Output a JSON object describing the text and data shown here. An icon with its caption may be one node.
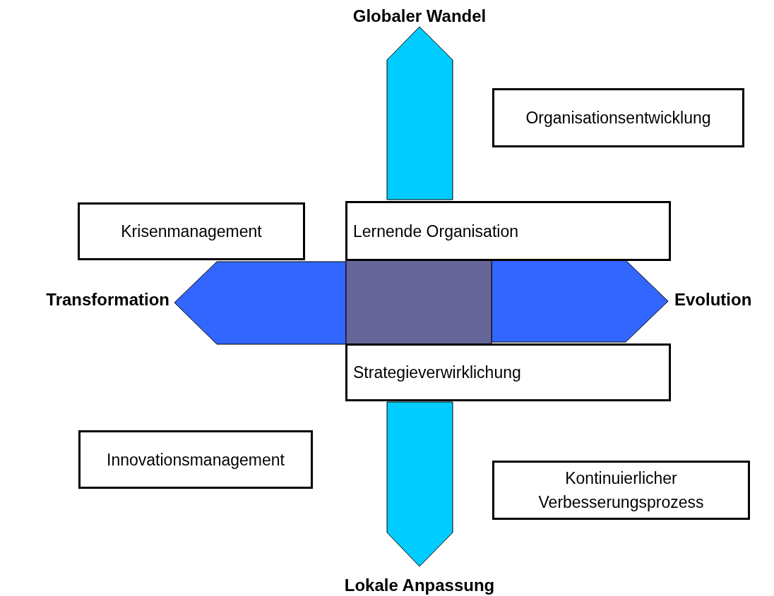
{
  "diagram": {
    "nodes": [
      {
        "text": [
          "Organisationsentwicklung"
        ]
      },
      {
        "text": [
          "Krisenmanagement"
        ]
      },
      {
        "text": [
          "Lernende Organisation"
        ]
      },
      {
        "text": [
          "Strategieverwirklichung"
        ]
      },
      {
        "text": [
          "Innovationsmanagement"
        ]
      },
      {
        "text": [
          "Kontinuierlicher Verbesserungsprozess"
        ]
      }
    ],
    "labels": [
      "Globaler Wandel",
      "Transformation",
      "Evolution",
      "Lokale Anpassung"
    ]
  }
}
